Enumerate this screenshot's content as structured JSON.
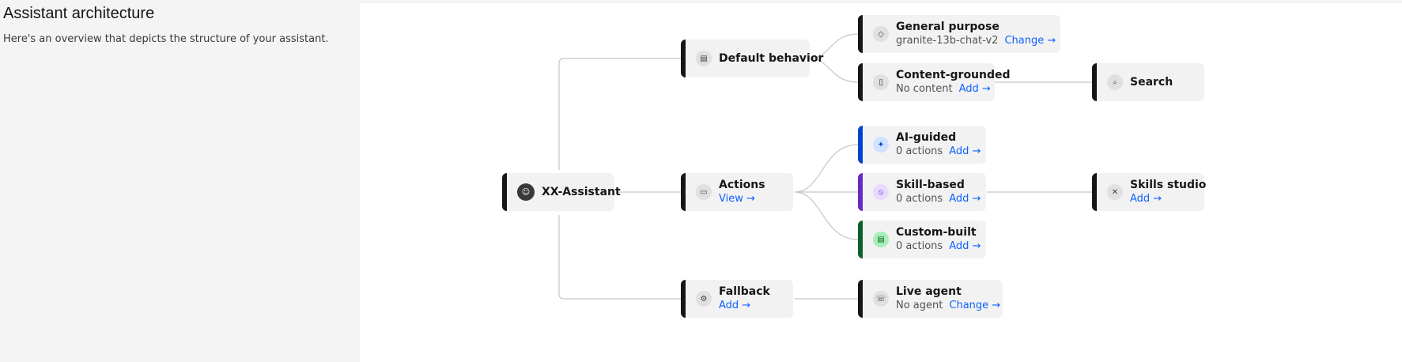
{
  "header": {
    "title": "Assistant architecture",
    "description": "Here's an overview that depicts the structure of your assistant."
  },
  "colors": {
    "ai_guided_accent": "#0043ce",
    "skill_based_accent": "#6929c4",
    "custom_built_accent": "#0e6027",
    "default_accent": "#161616",
    "link": "#0f62fe"
  },
  "nodes": {
    "root": {
      "title": "XX-Assistant",
      "icon": "bot-icon"
    },
    "default_behavior": {
      "title": "Default behavior",
      "icon": "clipboard-gear-icon"
    },
    "actions": {
      "title": "Actions",
      "link": "View →",
      "icon": "action-list-icon"
    },
    "fallback": {
      "title": "Fallback",
      "link": "Add →",
      "icon": "gear-icon"
    },
    "general_purpose": {
      "title": "General purpose",
      "detail": "granite-13b-chat-v2",
      "link": "Change →",
      "icon": "diamond-icon"
    },
    "content_grounded": {
      "title": "Content-grounded",
      "detail": "No content",
      "link": "Add →",
      "icon": "document-icon"
    },
    "search": {
      "title": "Search",
      "icon": "search-icon"
    },
    "ai_guided": {
      "title": "AI-guided",
      "detail": "0 actions",
      "link": "Add →",
      "icon": "ai-sparkle-icon"
    },
    "skill_based": {
      "title": "Skill-based",
      "detail": "0 actions",
      "link": "Add →",
      "icon": "skill-circle-icon"
    },
    "custom_built": {
      "title": "Custom-built",
      "detail": "0 actions",
      "link": "Add →",
      "icon": "document-code-icon"
    },
    "skills_studio": {
      "title": "Skills studio",
      "link": "Add →",
      "icon": "tools-icon"
    },
    "live_agent": {
      "title": "Live agent",
      "detail": "No agent",
      "link": "Change →",
      "icon": "headset-icon"
    }
  }
}
